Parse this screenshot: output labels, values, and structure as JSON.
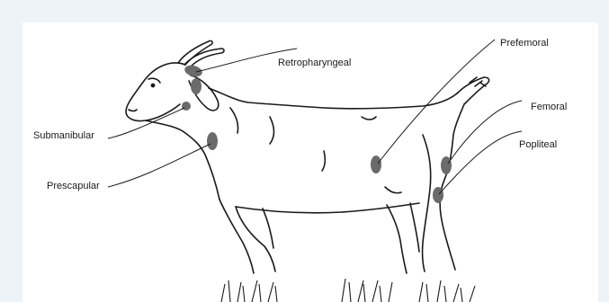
{
  "labels": {
    "retropharyngeal": "Retropharyngeal",
    "submanibular": "Submanibular",
    "prescapular": "Prescapular",
    "prefemoral": "Prefemoral",
    "femoral": "Femoral",
    "popliteal": "Popliteal"
  },
  "colors": {
    "background_frame": "#eef3f8",
    "canvas": "#ffffff",
    "lymph_node": "#6b6b6b",
    "outline": "#1a1a1a"
  }
}
